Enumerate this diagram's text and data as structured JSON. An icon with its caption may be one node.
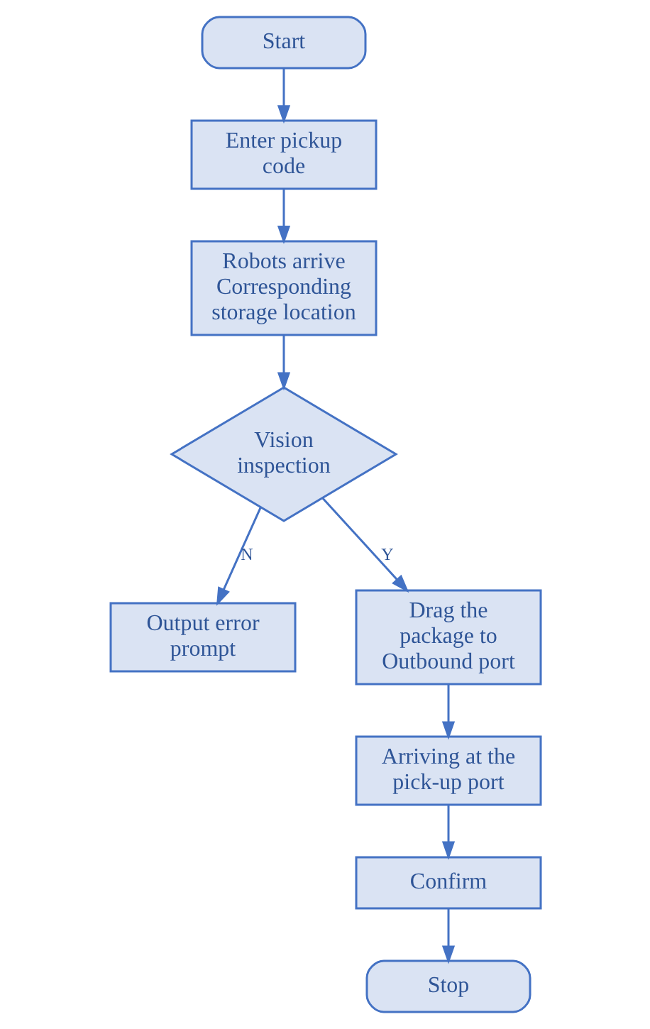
{
  "diagram": {
    "nodes": [
      {
        "text": [
          "Start"
        ]
      },
      {
        "text": [
          "Enter pickup code"
        ]
      },
      {
        "text": [
          "Robots arrive Corresponding storage location"
        ]
      },
      {
        "text": [
          "Vision inspection"
        ]
      },
      {
        "text": [
          "Output error prompt"
        ]
      },
      {
        "text": [
          "Drag the package to Outbound port"
        ]
      },
      {
        "text": [
          "Arriving at the pick-up port"
        ]
      },
      {
        "text": [
          "Confirm"
        ]
      },
      {
        "text": [
          "Stop"
        ]
      }
    ],
    "edges": [
      {
        "from": 0,
        "to": 1,
        "arrow": "to"
      },
      {
        "from": 1,
        "to": 2,
        "arrow": "to"
      },
      {
        "from": 2,
        "to": 3,
        "arrow": "to"
      },
      {
        "from": 3,
        "to": 4,
        "arrow": "to",
        "label": "N"
      },
      {
        "from": 3,
        "to": 5,
        "arrow": "to",
        "label": "Y"
      },
      {
        "from": 5,
        "to": 6,
        "arrow": "to"
      },
      {
        "from": 6,
        "to": 7,
        "arrow": "to"
      },
      {
        "from": 7,
        "to": 8,
        "arrow": "to"
      }
    ]
  }
}
